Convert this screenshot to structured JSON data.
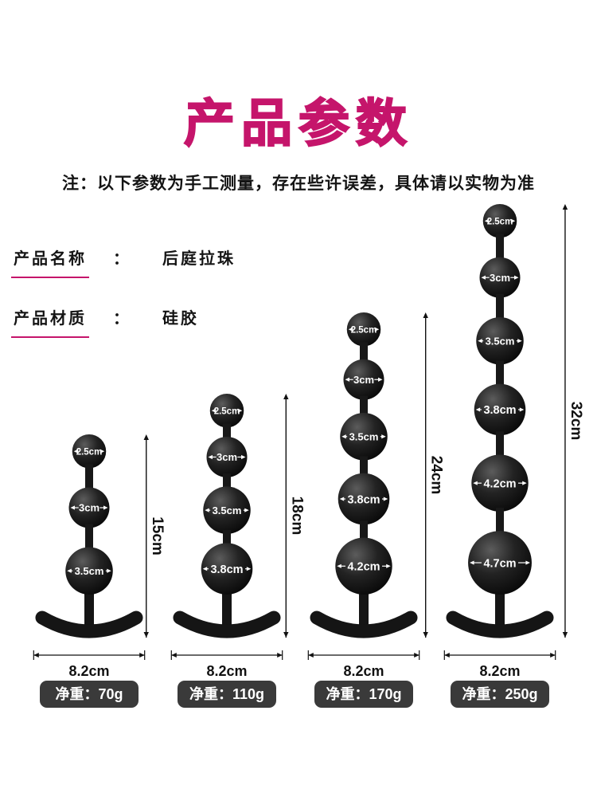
{
  "page": {
    "title": "产品参数",
    "note": "注：以下参数为手工测量，存在些许误差，具体请以实物为准",
    "accent_color": "#c5156b",
    "background": "#ffffff"
  },
  "info": {
    "rows": [
      {
        "label": "产品名称",
        "separator": "：",
        "value": "后庭拉珠"
      },
      {
        "label": "产品材质",
        "separator": "：",
        "value": "硅胶"
      }
    ]
  },
  "products": [
    {
      "beads": [
        "2.5cm",
        "3cm",
        "3.5cm"
      ],
      "height": "15cm",
      "base_width": "8.2cm",
      "weight": "净重：70g"
    },
    {
      "beads": [
        "2.5cm",
        "3cm",
        "3.5cm",
        "3.8cm"
      ],
      "height": "18cm",
      "base_width": "8.2cm",
      "weight": "净重：110g"
    },
    {
      "beads": [
        "2.5cm",
        "3cm",
        "3.5cm",
        "3.8cm",
        "4.2cm"
      ],
      "height": "24cm",
      "base_width": "8.2cm",
      "weight": "净重：170g"
    },
    {
      "beads": [
        "2.5cm",
        "3cm",
        "3.5cm",
        "3.8cm",
        "4.2cm",
        "4.7cm"
      ],
      "height": "32cm",
      "base_width": "8.2cm",
      "weight": "净重：250g"
    }
  ],
  "style": {
    "bead_color": "#151515",
    "badge_color": "#3a3a3a",
    "ink_color": "#111111"
  }
}
